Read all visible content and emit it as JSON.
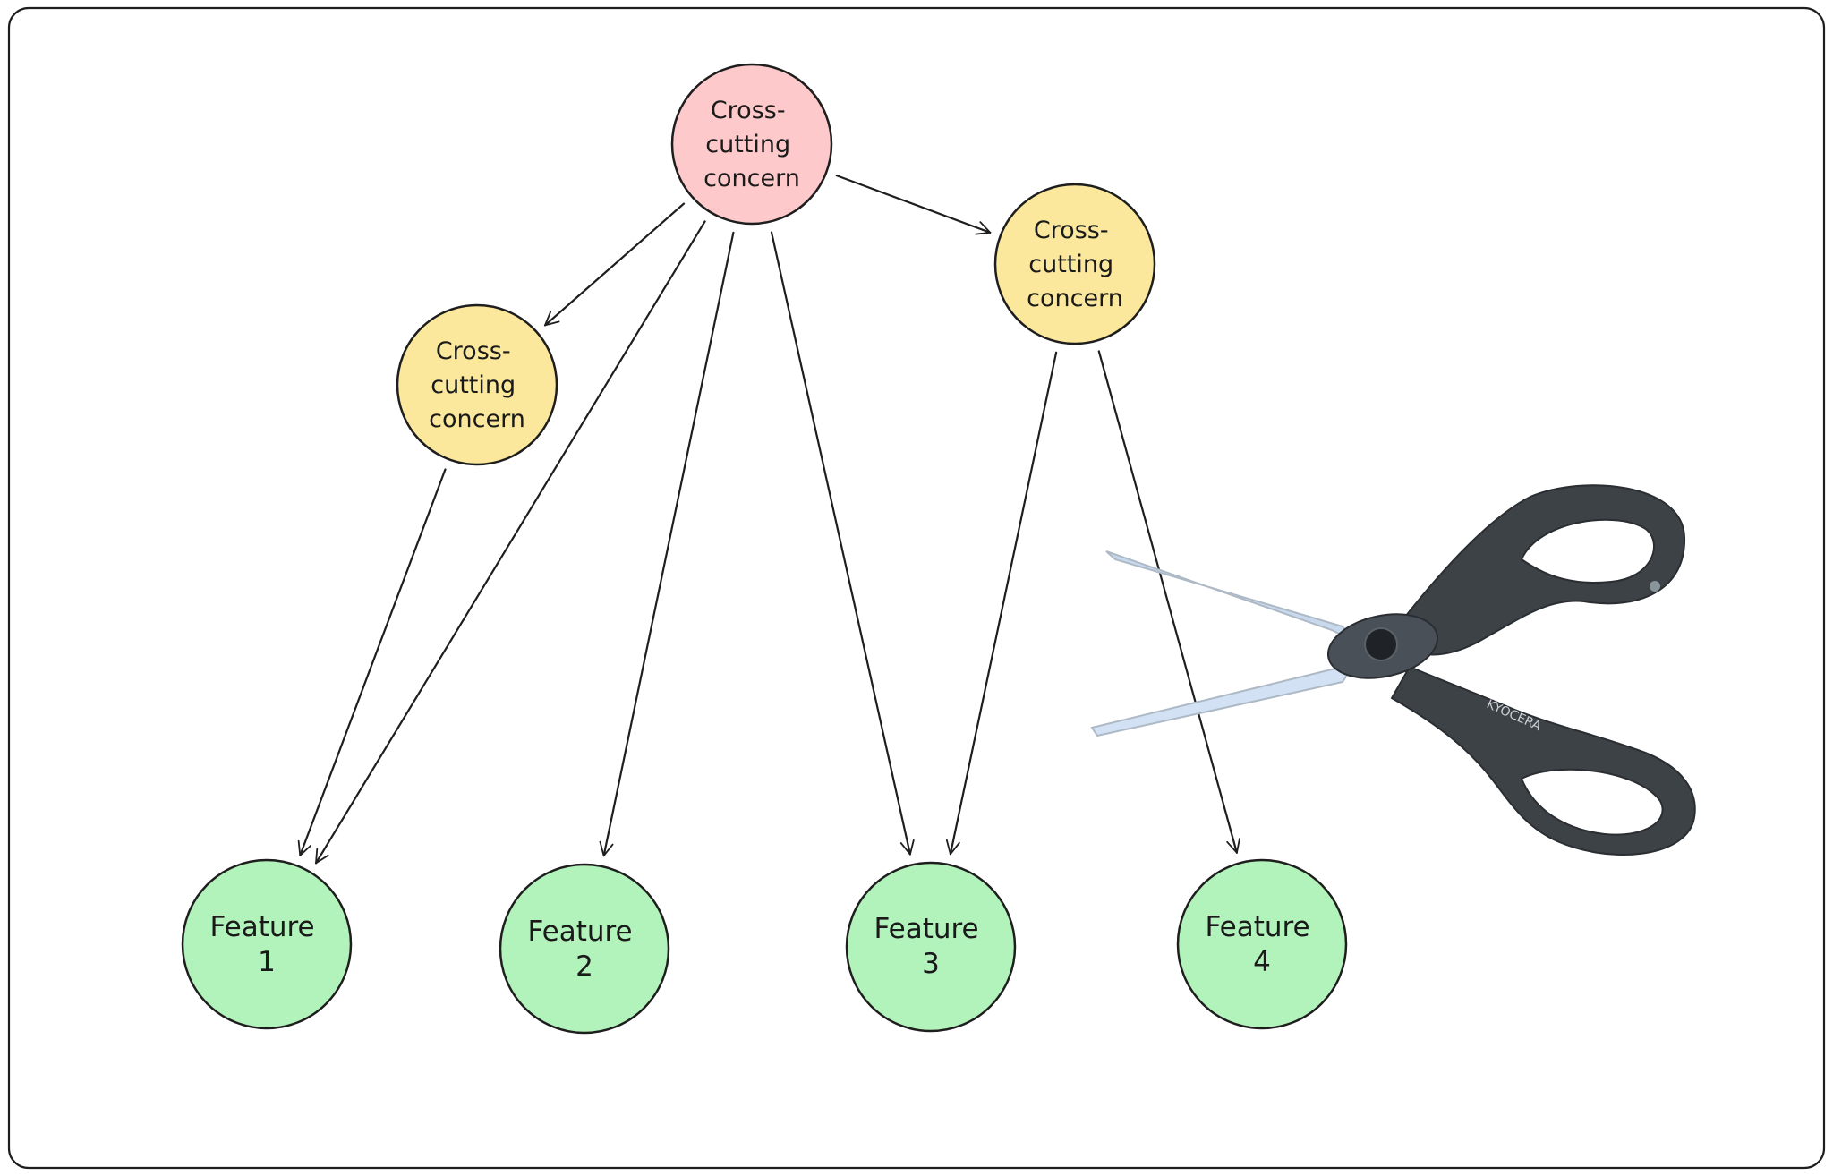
{
  "diagram": {
    "nodes": [
      {
        "id": "top",
        "kind": "cross-cutting-primary",
        "lines": [
          "Cross-",
          "cutting",
          "concern"
        ],
        "color": "#fdc9ca"
      },
      {
        "id": "left",
        "kind": "cross-cutting-secondary",
        "lines": [
          "Cross-",
          "cutting",
          "concern"
        ],
        "color": "#fbe89c"
      },
      {
        "id": "right",
        "kind": "cross-cutting-secondary",
        "lines": [
          "Cross-",
          "cutting",
          "concern"
        ],
        "color": "#fbe89c"
      },
      {
        "id": "f1",
        "kind": "feature",
        "lines": [
          "Feature",
          "1"
        ],
        "color": "#b2f2bb"
      },
      {
        "id": "f2",
        "kind": "feature",
        "lines": [
          "Feature",
          "2"
        ],
        "color": "#b2f2bb"
      },
      {
        "id": "f3",
        "kind": "feature",
        "lines": [
          "Feature",
          "3"
        ],
        "color": "#b2f2bb"
      },
      {
        "id": "f4",
        "kind": "feature",
        "lines": [
          "Feature",
          "4"
        ],
        "color": "#b2f2bb"
      }
    ],
    "edges": [
      {
        "from": "top",
        "to": "right"
      },
      {
        "from": "top",
        "to": "left"
      },
      {
        "from": "top",
        "to": "f1"
      },
      {
        "from": "top",
        "to": "f2"
      },
      {
        "from": "top",
        "to": "f3"
      },
      {
        "from": "left",
        "to": "f1"
      },
      {
        "from": "right",
        "to": "f3"
      },
      {
        "from": "right",
        "to": "f4"
      }
    ],
    "illustration": {
      "name": "scissors-icon",
      "brand_text": "KYOCERA"
    },
    "colors": {
      "stroke": "#1e1e1e",
      "primary_fill": "#fdc9ca",
      "secondary_fill": "#fbe89c",
      "feature_fill": "#b2f2bb",
      "scissor_handle": "#3d4247",
      "scissor_blade": "#c8d9ee"
    }
  }
}
